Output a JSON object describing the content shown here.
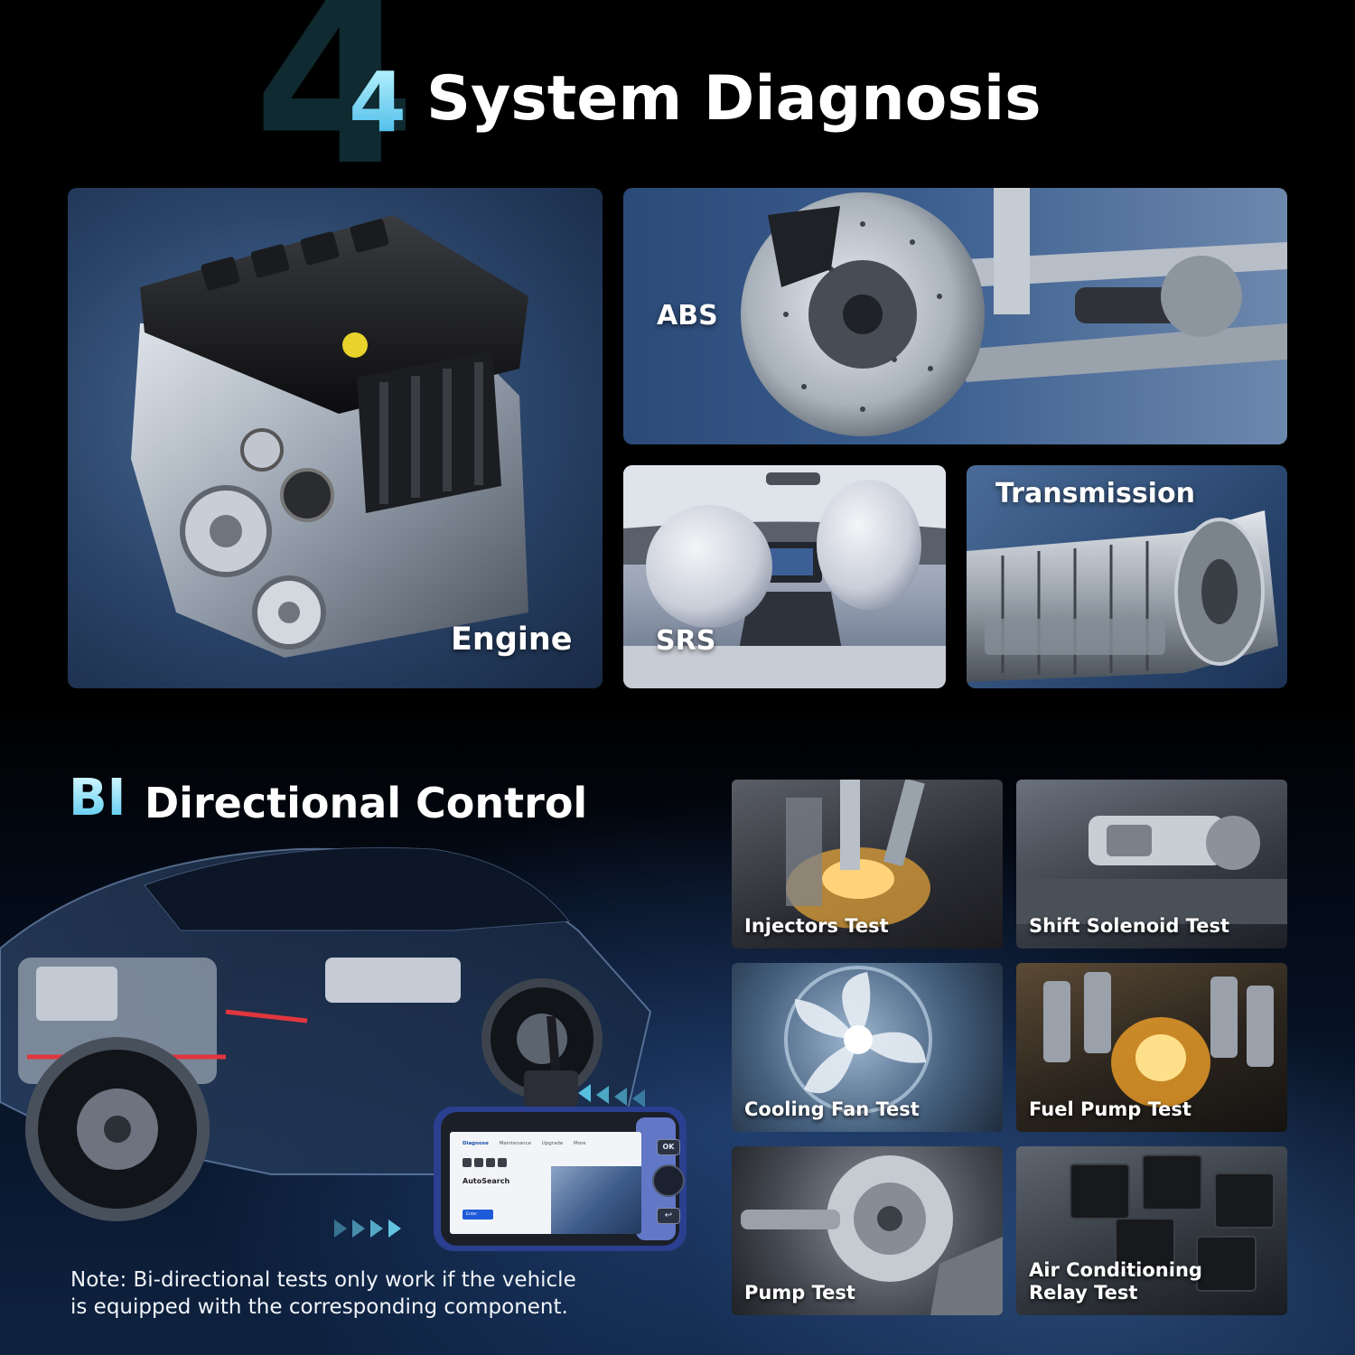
{
  "heading_diagnosis": {
    "number_large": "4",
    "number_small": "4",
    "title": "System Diagnosis"
  },
  "systems": [
    {
      "label": "Engine"
    },
    {
      "label": "ABS"
    },
    {
      "label": "SRS"
    },
    {
      "label": "Transmission"
    }
  ],
  "heading_control": {
    "prefix": "BI",
    "title": "Directional Control"
  },
  "device": {
    "tabs": [
      "Diagnose",
      "Maintenance",
      "Upgrade",
      "More"
    ],
    "screen_title": "AutoSearch",
    "enter_label": "Enter",
    "ok_label": "OK",
    "back_icon": "↩"
  },
  "tests": [
    {
      "label": "Injectors Test"
    },
    {
      "label": "Shift Solenoid Test"
    },
    {
      "label": "Cooling Fan Test"
    },
    {
      "label": "Fuel Pump Test"
    },
    {
      "label": "Pump Test"
    },
    {
      "label_line1": "Air Conditioning",
      "label_line2": "Relay Test"
    }
  ],
  "note": {
    "line1": "Note: Bi-directional tests only work if the vehicle",
    "line2": "is equipped with the corresponding component."
  },
  "colors": {
    "accent_cyan": "#53c7f0",
    "panel_blue": "#2a4368",
    "background": "#000000"
  }
}
